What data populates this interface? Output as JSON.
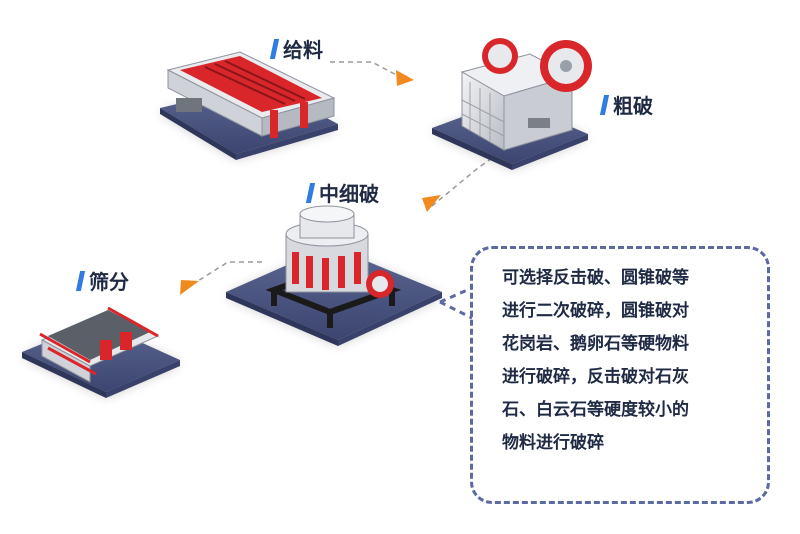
{
  "steps": [
    {
      "label": "给料"
    },
    {
      "label": "粗破"
    },
    {
      "label": "中细破"
    },
    {
      "label": "筛分"
    }
  ],
  "note": {
    "lines": [
      "可选择反击破、圆锥破等",
      "进行二次破碎，圆锥破对",
      "花岗岩、鹅卵石等硬物料",
      "进行破碎，反击破对石灰",
      "石、白云石等硬度较小的",
      "物料进行破碎"
    ]
  },
  "colors": {
    "accent": "#2f7de1",
    "arrow": "#f08a1c",
    "machine_red": "#d9262b",
    "platform": "#4a5580",
    "dash": "#5b6aa3"
  }
}
